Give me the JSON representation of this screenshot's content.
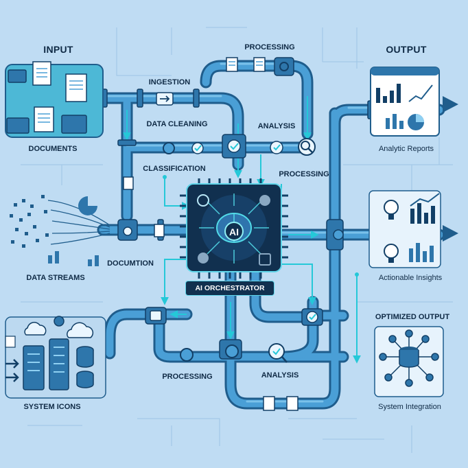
{
  "headers": {
    "input": "INPUT",
    "processing": "PROCESSING",
    "output": "OUTPUT"
  },
  "labels": {
    "ingestion": "INGESTION",
    "data_cleaning": "DATA CLEANING",
    "analysis_top": "ANALYSIS",
    "classification": "CLASSIFICATION",
    "processing_right": "PROCESSING",
    "documents": "DOCUMENTS",
    "documtion": "DOCUMTION",
    "data_streams": "DATA STREAMS",
    "system_icons": "SYSTEM ICONS",
    "processing_bottom": "PROCESSING",
    "analysis_bottom": "ANALYSIS",
    "analytic_reports": "Analytic Reports",
    "actionable_insights": "Actionable Insights",
    "optimized_output": "OPTIMIZED OUTPUT",
    "system_integration": "System Integration"
  },
  "core": {
    "chip_text": "AI",
    "title": "AI ORCHESTRATOR"
  },
  "colors": {
    "background": "#bfdcf3",
    "pipe": "#3f8fc6",
    "pipe_dark": "#1f5d8c",
    "chip": "#11304f",
    "glow": "#45e0e6"
  }
}
